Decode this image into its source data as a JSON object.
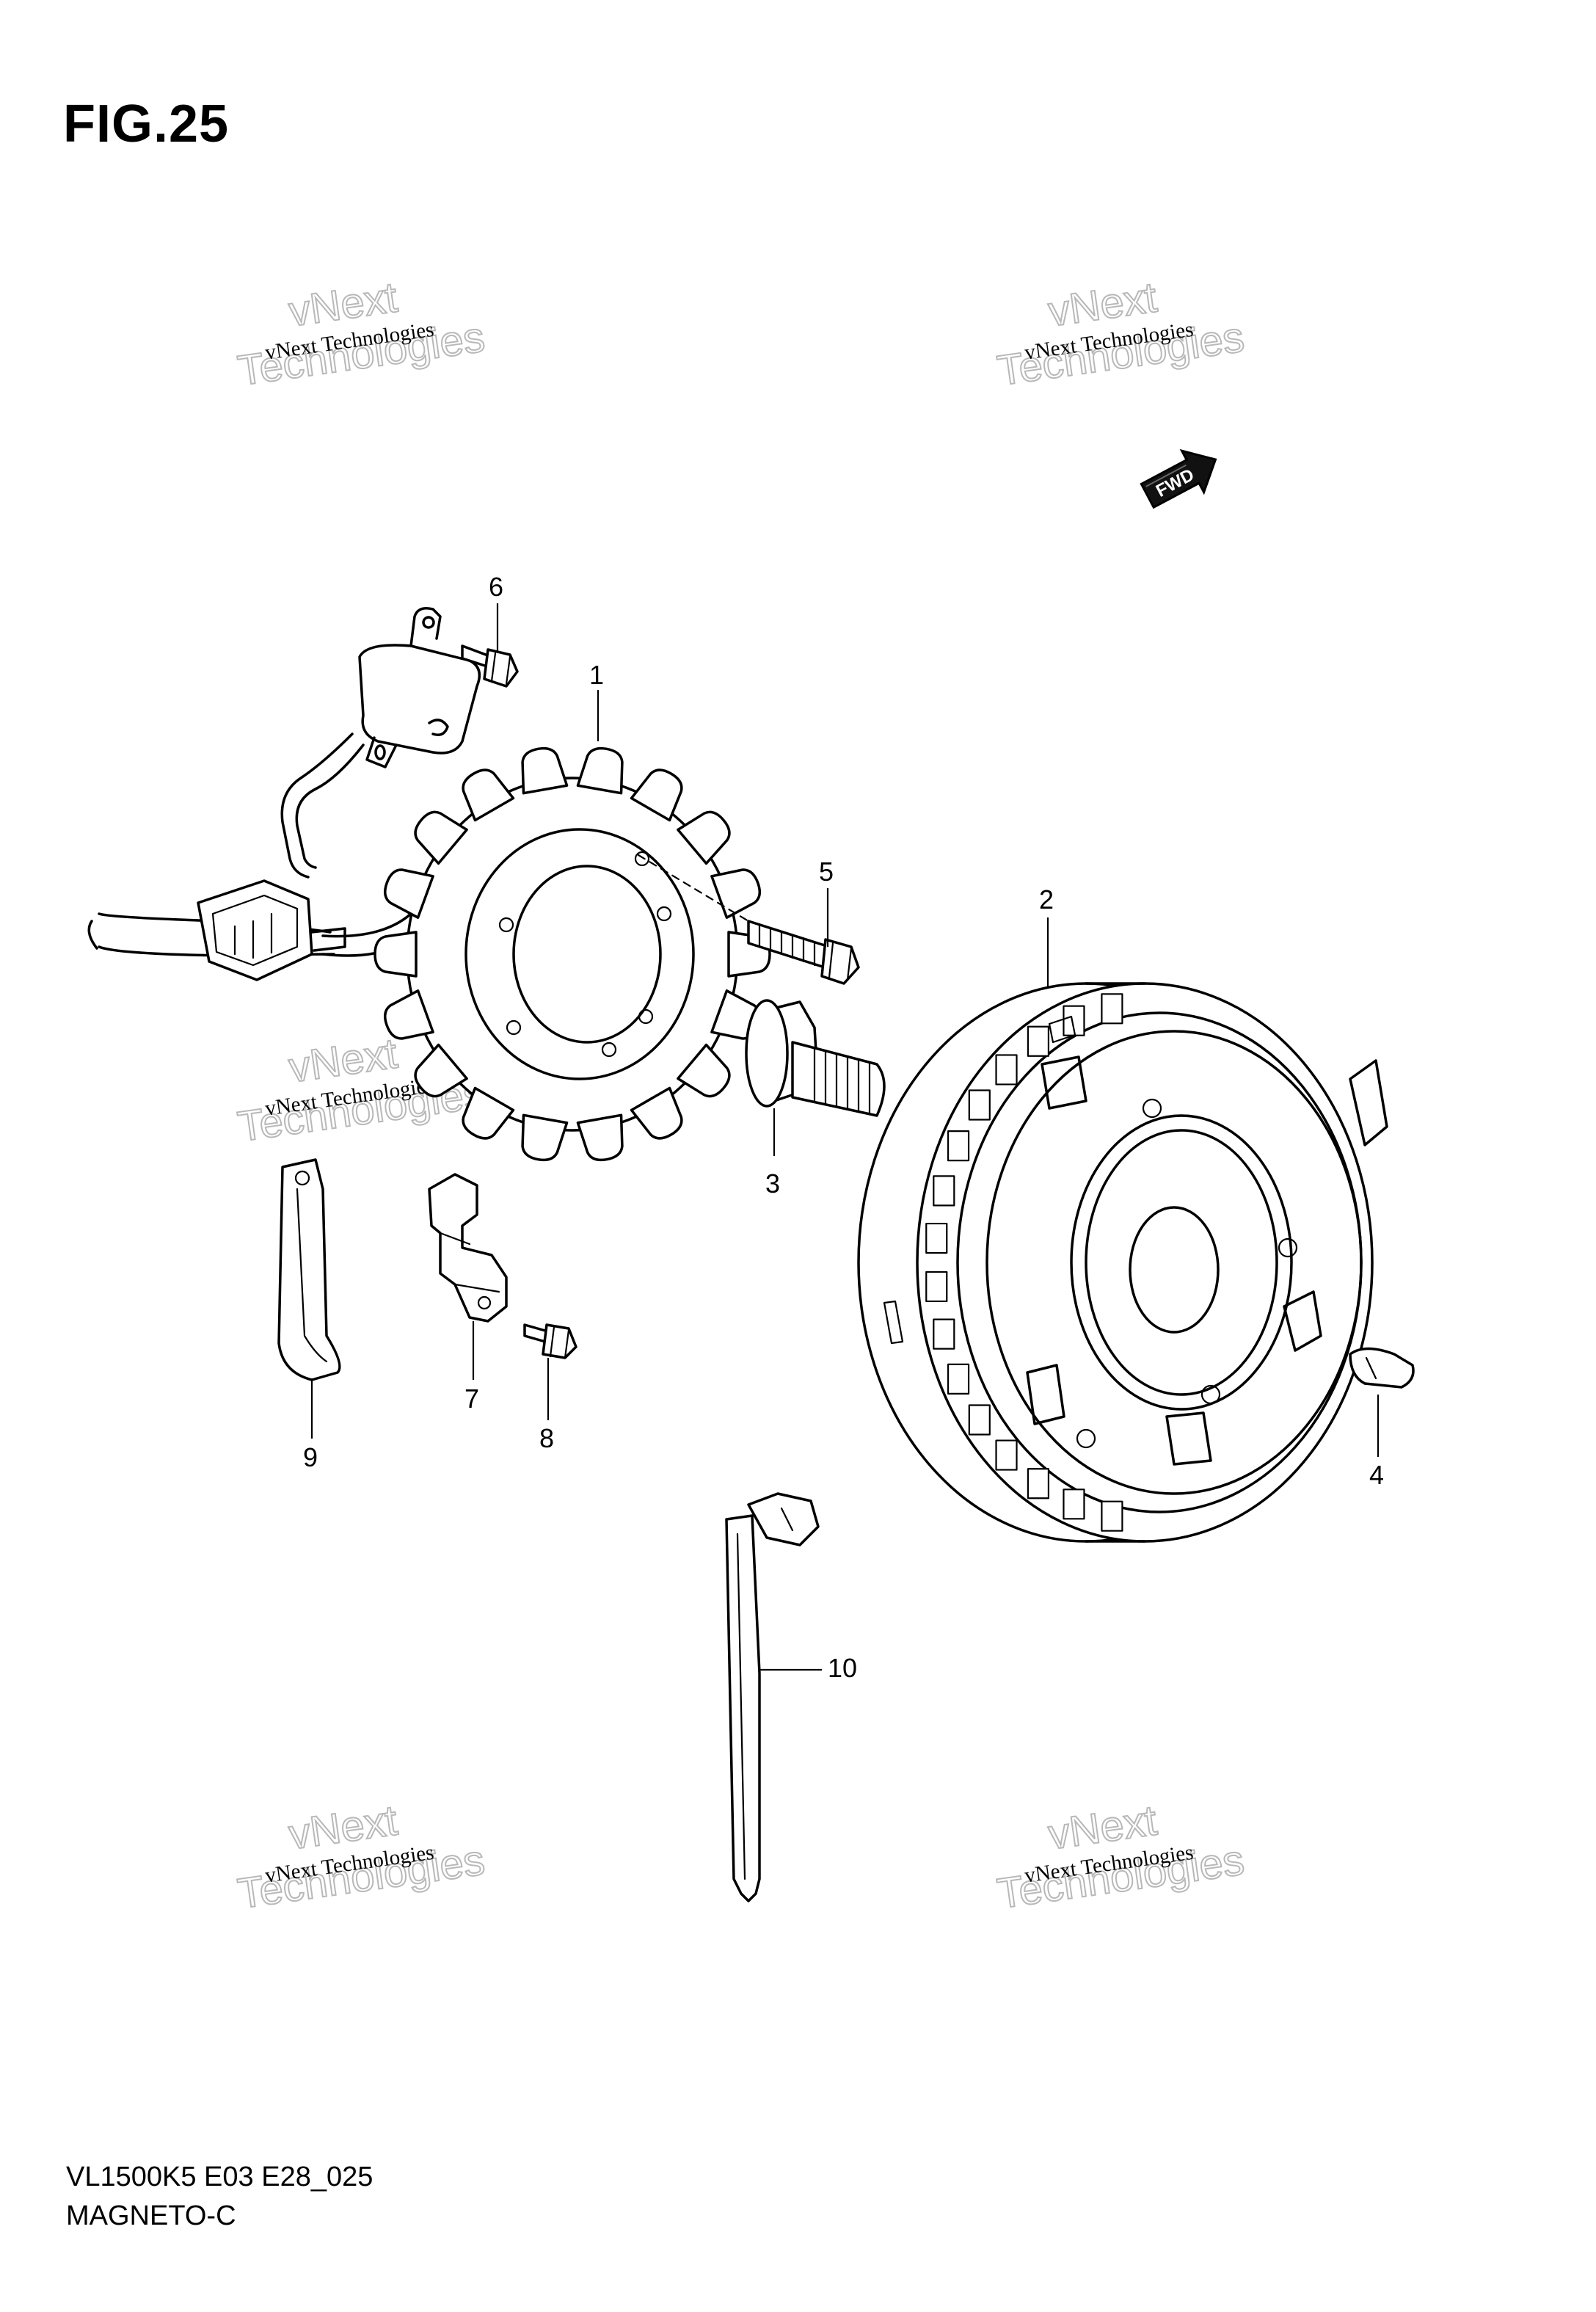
{
  "figure": {
    "title": "FIG.25"
  },
  "footer": {
    "model_code": "VL1500K5 E03 E28_025",
    "section_name": "MAGNETO-C"
  },
  "direction_badge": {
    "label": "FWD"
  },
  "watermark": {
    "small_text": "vNext Technologies",
    "big_line_1": "vNext",
    "big_line_2": "Technologies"
  },
  "callouts": [
    {
      "number": "1",
      "part": "stator-coil"
    },
    {
      "number": "2",
      "part": "rotor"
    },
    {
      "number": "3",
      "part": "rotor-bolt"
    },
    {
      "number": "4",
      "part": "key"
    },
    {
      "number": "5",
      "part": "stator-screw"
    },
    {
      "number": "6",
      "part": "sensor-screw"
    },
    {
      "number": "7",
      "part": "wire-clamp"
    },
    {
      "number": "8",
      "part": "clamp-screw"
    },
    {
      "number": "9",
      "part": "wire-clamp-band"
    },
    {
      "number": "10",
      "part": "cable-tie"
    }
  ]
}
